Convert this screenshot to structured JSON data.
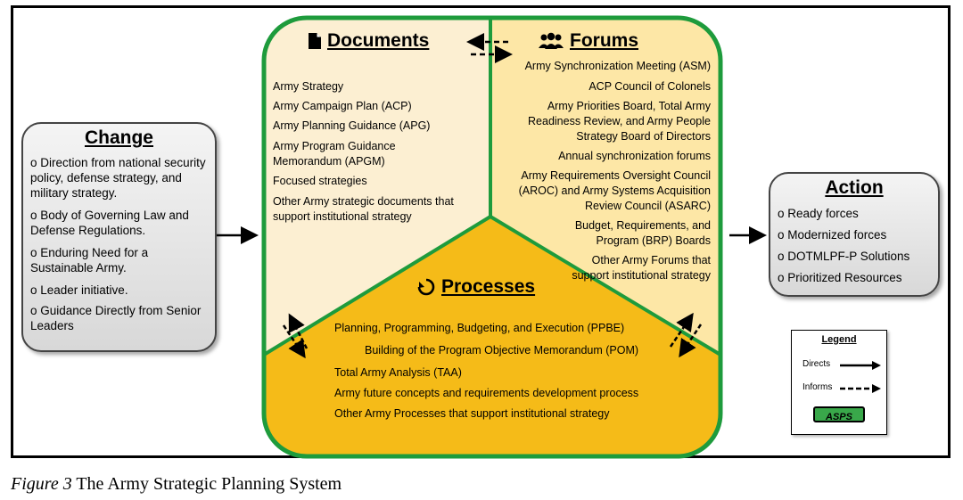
{
  "change": {
    "title": "Change",
    "items": [
      "o Direction from national security policy, defense strategy, and military strategy.",
      "o Body of Governing Law and Defense Regulations.",
      "o Enduring Need for a Sustainable Army.",
      "o Leader initiative.",
      "o Guidance Directly from Senior Leaders"
    ]
  },
  "documents": {
    "title": "Documents",
    "icon": "document-icon",
    "items": [
      "Army Strategy",
      "Army Campaign Plan (ACP)",
      "Army Planning Guidance (APG)",
      "Army Program Guidance Memorandum (APGM)",
      "Focused strategies",
      "Other Army strategic documents that support institutional strategy"
    ]
  },
  "forums": {
    "title": "Forums",
    "icon": "people-group-icon",
    "items": [
      "Army Synchronization Meeting (ASM)",
      "ACP Council of Colonels",
      "Army Priorities Board, Total Army Readiness Review, and Army People Strategy Board of Directors",
      "Annual synchronization forums",
      "Army Requirements Oversight Council (AROC) and Army Systems Acquisition Review Council (ASARC)",
      "Budget, Requirements, and Program (BRP) Boards",
      "Other Army Forums that support institutional strategy"
    ]
  },
  "processes": {
    "title": "Processes",
    "icon": "cycle-arrows-icon",
    "items": [
      "Planning, Programming, Budgeting, and Execution (PPBE)",
      "Building of the Program Objective Memorandum (POM)",
      "Total Army Analysis (TAA)",
      "Army future concepts and requirements development process",
      "Other Army Processes that support institutional strategy"
    ]
  },
  "action": {
    "title": "Action",
    "items": [
      "o  Ready forces",
      "o  Modernized forces",
      "o  DOTMLPF-P Solutions",
      "o  Prioritized Resources"
    ]
  },
  "legend": {
    "title": "Legend",
    "directs": "Directs",
    "informs": "Informs",
    "asps": "ASPS"
  },
  "caption": {
    "label": "Figure 3",
    "text": " The Army Strategic Planning System"
  },
  "colors": {
    "documents_fill": "#fcefd2",
    "forums_fill": "#fde7a6",
    "processes_fill": "#f5bb18",
    "border_green": "#1e9b3c",
    "asps_fill": "#39a84a"
  }
}
